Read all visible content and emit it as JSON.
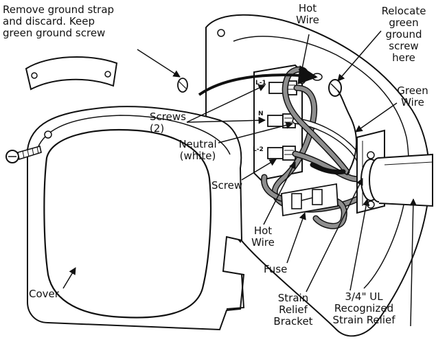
{
  "labels": {
    "remove_strap": [
      "Remove ground strap",
      "and discard. Keep",
      "green ground screw"
    ],
    "hot_wire_top": [
      "Hot",
      "Wire"
    ],
    "relocate": [
      "Relocate",
      "green",
      "ground",
      "screw",
      "here"
    ],
    "green_wire": [
      "Green",
      "Wire"
    ],
    "screws": [
      "Screws",
      "(2)"
    ],
    "neutral": [
      "Neutral",
      "(white)"
    ],
    "screw": "Screw",
    "hot_wire_bottom": [
      "Hot",
      "Wire"
    ],
    "fuse": "Fuse",
    "cover": "Cover",
    "strain_relief_bracket": [
      "Strain",
      "Relief",
      "Bracket"
    ],
    "strain_relief": [
      "3/4\" UL",
      "Recognized",
      "Strain Relief"
    ]
  },
  "terminals": {
    "l1": "L-1",
    "n": "N",
    "l2": "L-2"
  },
  "colors": {
    "line": "#111111",
    "wire_fill": "#8e8e8e",
    "background": "#ffffff"
  }
}
